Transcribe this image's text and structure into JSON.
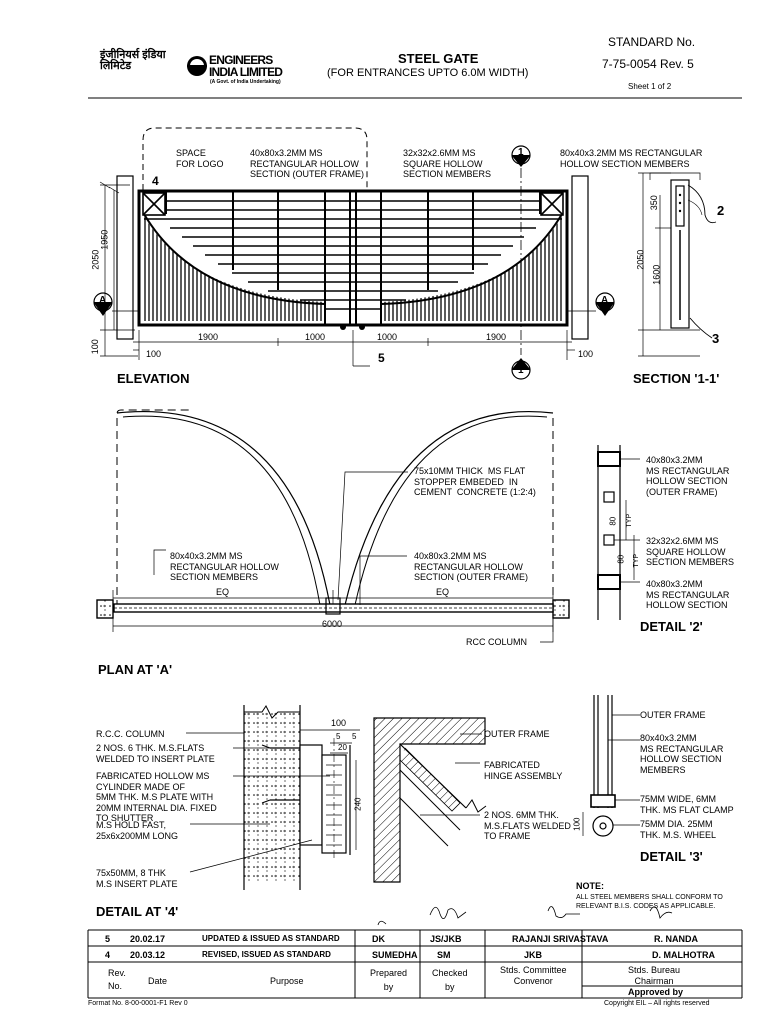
{
  "header": {
    "logo_hindi": "इंजीनियर्स इंडिया लिमिटेड",
    "logo_name_line1": "ENGINEERS",
    "logo_name_line2": "INDIA LIMITED",
    "logo_sub": "(A Govt. of India Undertaking)",
    "title": "STEEL GATE",
    "subtitle": "(FOR ENTRANCES UPTO 6.0M WIDTH)",
    "std_label": "STANDARD No.",
    "std_number": "7-75-0054 Rev. 5",
    "sheet": "Sheet 1 of 2"
  },
  "elevation": {
    "note_logo": "SPACE\nFOR LOGO",
    "note_outer": "40x80x3.2MM MS\nRECTANGULAR HOLLOW\nSECTION (OUTER FRAME)",
    "note_square": "32x32x2.6MM MS\nSQUARE HOLLOW\nSECTION MEMBERS",
    "note_rect": "80x40x3.2MM MS RECTANGULAR\nHOLLOW SECTION MEMBERS",
    "dim_2050": "2050",
    "dim_1950": "1950",
    "dim_1900a": "1900",
    "dim_1000a": "1000",
    "dim_1000b": "1000",
    "dim_1900b": "1900",
    "dim_100a": "100",
    "dim_100b": "100",
    "dim_100c": "100",
    "marker_4": "4",
    "marker_5": "5",
    "marker_1": "1",
    "marker_A": "A",
    "title": "ELEVATION"
  },
  "section11": {
    "dim_350": "350",
    "dim_2050": "2050",
    "dim_1600": "1600",
    "marker_2": "2",
    "marker_3": "3",
    "title": "SECTION '1-1'"
  },
  "plan": {
    "note_stopper": "75x10MM THICK  MS FLAT\nSTOPPER EMBEDED  IN\nCEMENT  CONCRETE (1:2:4)",
    "note_rect": "80x40x3.2MM MS\nRECTANGULAR HOLLOW\nSECTION MEMBERS",
    "note_outer": "40x80x3.2MM MS\nRECTANGULAR HOLLOW\nSECTION (OUTER FRAME)",
    "eq1": "EQ",
    "eq2": "EQ",
    "dim_6000": "6000",
    "rcc": "RCC COLUMN",
    "title": "PLAN AT 'A'"
  },
  "detail2": {
    "note1": "40x80x3.2MM\nMS RECTANGULAR\nHOLLOW SECTION\n(OUTER FRAME)",
    "note2": "32x32x2.6MM MS\nSQUARE HOLLOW\nSECTION MEMBERS",
    "note3": "40x80x3.2MM\nMS RECTANGULAR\nHOLLOW SECTION",
    "dim_80a": "80",
    "dim_80b": "80",
    "typ1": "TYP",
    "typ2": "TYP",
    "title": "DETAIL '2'"
  },
  "detail4": {
    "note_rcc": "R.C.C. COLUMN",
    "note_flats": "2 NOS. 6 THK. M.S.FLATS\nWELDED TO INSERT PLATE",
    "note_cyl": "FABRICATED HOLLOW MS\nCYLINDER MADE OF\n5MM THK. M.S PLATE WITH\n20MM INTERNAL DIA. FIXED\nTO SHUTTER",
    "note_hold": "M.S HOLD FAST,\n25x6x200MM LONG",
    "note_insert": "75x50MM, 8 THK\nM.S INSERT PLATE",
    "note_outer": "OUTER FRAME",
    "note_hinge": "FABRICATED\nHINGE ASSEMBLY",
    "note_weld": "2 NOS. 6MM THK.\nM.S.FLATS WELDED\nTO FRAME",
    "dim_100": "100",
    "dim_5a": "5",
    "dim_5b": "5",
    "dim_20": "20",
    "dim_240": "240",
    "title": "DETAIL AT '4'"
  },
  "detail3": {
    "note1": "OUTER FRAME",
    "note2": "80x40x3.2MM\nMS RECTANGULAR\nHOLLOW SECTION\nMEMBERS",
    "note3": "75MM WIDE, 6MM\nTHK. MS FLAT CLAMP",
    "note4": "75MM DIA. 25MM\nTHK. M.S. WHEEL",
    "dim_100": "100",
    "title": "DETAIL '3'"
  },
  "note": {
    "heading": "NOTE:",
    "text": "ALL STEEL MEMBERS SHALL CONFORM TO\nRELEVANT B.I.S. CODES AS APPLICABLE."
  },
  "revisions": [
    {
      "rev": "5",
      "date": "20.02.17",
      "purpose": "UPDATED & ISSUED AS STANDARD",
      "prepared": "DK",
      "checked": "JS/JKB",
      "convenor": "RAJANJI  SRIVASTAVA",
      "chairman": "R.  NANDA"
    },
    {
      "rev": "4",
      "date": "20.03.12",
      "purpose": "REVISED, ISSUED AS STANDARD",
      "prepared": "SUMEDHA",
      "checked": "SM",
      "convenor": "JKB",
      "chairman": "D.  MALHOTRA"
    }
  ],
  "table_header": {
    "rev": "Rev.\nNo.",
    "date": "Date",
    "purpose": "Purpose",
    "prepared": "Prepared\nby",
    "checked": "Checked\nby",
    "convenor": "Stds. Committee\nConvenor",
    "chairman": "Stds. Bureau\nChairman",
    "approved": "Approved by"
  },
  "footer": {
    "format": "Format No. 8-00-0001-F1 Rev 0",
    "copyright": "Copyright EIL – All rights reserved"
  }
}
